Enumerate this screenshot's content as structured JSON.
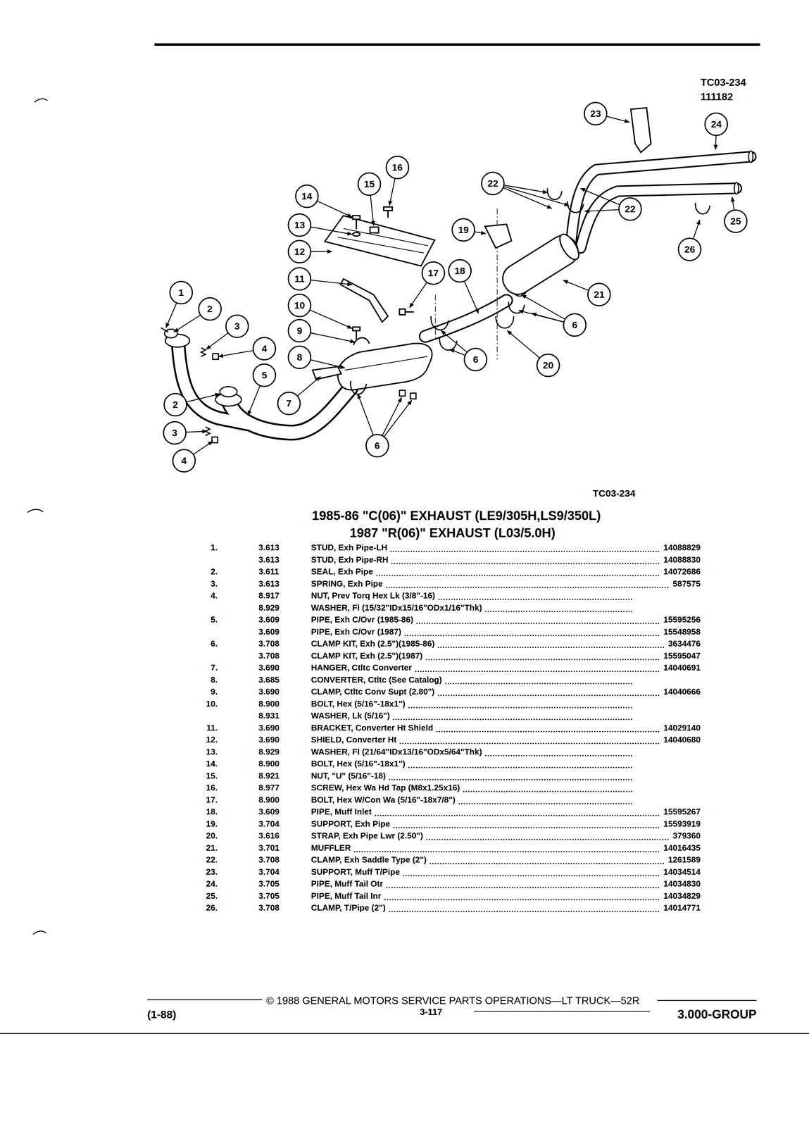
{
  "diagram": {
    "title": "1985-86 \"C(06)\" EXHAUST (LE9/305H,LS9/350L)",
    "nodes": [
      {
        "text": [
          "1"
        ]
      },
      {
        "text": [
          "2"
        ]
      },
      {
        "text": [
          "3"
        ]
      },
      {
        "text": [
          "4"
        ]
      },
      {
        "text": [
          "5"
        ]
      },
      {
        "text": [
          "2"
        ]
      },
      {
        "text": [
          "3"
        ]
      },
      {
        "text": [
          "4"
        ]
      },
      {
        "text": [
          "6"
        ]
      },
      {
        "text": [
          "7"
        ]
      },
      {
        "text": [
          "8"
        ]
      },
      {
        "text": [
          "9"
        ]
      },
      {
        "text": [
          "10"
        ]
      },
      {
        "text": [
          "11"
        ]
      },
      {
        "text": [
          "12"
        ]
      },
      {
        "text": [
          "13"
        ]
      },
      {
        "text": [
          "14"
        ]
      },
      {
        "text": [
          "15"
        ]
      },
      {
        "text": [
          "16"
        ]
      },
      {
        "text": [
          "17"
        ]
      },
      {
        "text": [
          "18"
        ]
      },
      {
        "text": [
          "6"
        ]
      },
      {
        "text": [
          "19"
        ]
      },
      {
        "text": [
          "20"
        ]
      },
      {
        "text": [
          "6"
        ]
      },
      {
        "text": [
          "21"
        ]
      },
      {
        "text": [
          "22"
        ]
      },
      {
        "text": [
          "22"
        ]
      },
      {
        "text": [
          "23"
        ]
      },
      {
        "text": [
          "24"
        ]
      },
      {
        "text": [
          "25"
        ]
      },
      {
        "text": [
          "26"
        ]
      }
    ],
    "labels": [
      "TC03-234",
      "111182",
      "TC03-234",
      "1987 \"R(06)\" EXHAUST (L03/5.0H)",
      "1.",
      "3.613",
      "STUD, Exh Pipe-LH",
      "14088829",
      "3.613",
      "STUD, Exh Pipe-RH",
      "14088830",
      "2.",
      "3.611",
      "SEAL, Exh Pipe",
      "14072686",
      "3.",
      "3.613",
      "SPRING, Exh Pipe",
      "587575",
      "4.",
      "8.917",
      "NUT, Prev Torq Hex Lk (3/8\"-16)",
      "8.929",
      "WASHER, Fl (15/32\"IDx15/16\"ODx1/16\"Thk)",
      "5.",
      "3.609",
      "PIPE, Exh C/Ovr (1985-86)",
      "15595256",
      "3.609",
      "PIPE, Exh C/Ovr (1987)",
      "15548958",
      "6.",
      "3.708",
      "CLAMP KIT, Exh (2.5\")(1985-86)",
      "3634476",
      "3.708",
      "CLAMP KIT, Exh (2.5\")(1987)",
      "15595047",
      "7.",
      "3.690",
      "HANGER, Ctltc Converter",
      "14040691",
      "8.",
      "3.685",
      "CONVERTER, Ctltc (See Catalog)",
      "9.",
      "3.690",
      "CLAMP, Ctltc Conv Supt (2.80\")",
      "14040666",
      "10.",
      "8.900",
      "BOLT, Hex (5/16\"-18x1\")",
      "8.931",
      "WASHER, Lk (5/16\")",
      "11.",
      "3.690",
      "BRACKET, Converter Ht Shield",
      "14029140",
      "12.",
      "3.690",
      "SHIELD, Converter Ht",
      "14040680",
      "13.",
      "8.929",
      "WASHER, Fl (21/64\"IDx13/16\"ODx5/64\"Thk)",
      "14.",
      "8.900",
      "BOLT, Hex (5/16\"-18x1\")",
      "15.",
      "8.921",
      "NUT, \"U\" (5/16\"-18)",
      "16.",
      "8.977",
      "SCREW, Hex Wa Hd Tap (M8x1.25x16)",
      "17.",
      "8.900",
      "BOLT, Hex W/Con Wa (5/16\"-18x7/8\")",
      "18.",
      "3.609",
      "PIPE, Muff Inlet",
      "15595267",
      "19.",
      "3.704",
      "SUPPORT, Exh Pipe",
      "15593919",
      "20.",
      "3.616",
      "STRAP, Exh Pipe Lwr (2.50\")",
      "379360",
      "21.",
      "3.701",
      "MUFFLER",
      "14016435",
      "22.",
      "3.708",
      "CLAMP, Exh Saddle Type (2\")",
      "1261589",
      "23.",
      "3.704",
      "SUPPORT, Muff T/Pipe",
      "14034514",
      "24.",
      "3.705",
      "PIPE, Muff Tail Otr",
      "14034830",
      "25.",
      "3.705",
      "PIPE, Muff Tail Inr",
      "14034829",
      "26.",
      "3.708",
      "CLAMP, T/Pipe (2\")",
      "14014771",
      "© 1988 GENERAL MOTORS SERVICE PARTS OPERATIONS—LT TRUCK—52R",
      "(1-88)",
      "3-117",
      "3.000-GROUP"
    ]
  }
}
